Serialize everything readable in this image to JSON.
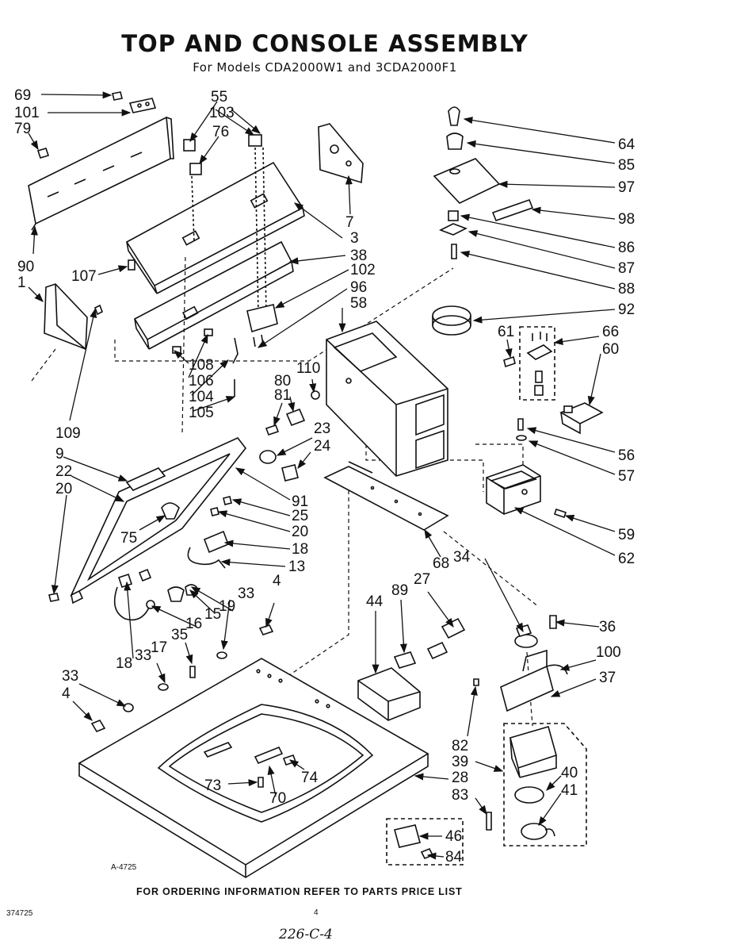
{
  "title": "TOP AND CONSOLE ASSEMBLY",
  "subtitle": "For Models CDA2000W1 and 3CDA2000F1",
  "figure_id": "A-4725",
  "footer": "FOR ORDERING INFORMATION REFER TO PARTS PRICE LIST",
  "doc_number": "374725",
  "page_number": "4",
  "handwritten_note": "226-C-4",
  "callouts": {
    "c69": "69",
    "c101": "101",
    "c79": "79",
    "c55": "55",
    "c103": "103",
    "c76": "76",
    "c7": "7",
    "c3": "3",
    "c38": "38",
    "c102": "102",
    "c96": "96",
    "c58": "58",
    "c90": "90",
    "c1": "1",
    "c107": "107",
    "c108": "108",
    "c106": "106",
    "c104": "104",
    "c105": "105",
    "c109": "109",
    "c81": "81",
    "c80": "80",
    "c110": "110",
    "c64": "64",
    "c85": "85",
    "c97": "97",
    "c98": "98",
    "c86": "86",
    "c87": "87",
    "c88": "88",
    "c92": "92",
    "c61": "61",
    "c66": "66",
    "c60": "60",
    "c56": "56",
    "c57": "57",
    "c59": "59",
    "c62": "62",
    "c9": "9",
    "c22": "22",
    "c20a": "20",
    "c23": "23",
    "c24": "24",
    "c91": "91",
    "c25": "25",
    "c20b": "20",
    "c75": "75",
    "c18a": "18",
    "c13": "13",
    "c68": "68",
    "c34": "34",
    "c89": "89",
    "c27": "27",
    "c44": "44",
    "c15": "15",
    "c19": "19",
    "c33a": "33",
    "c4a": "4",
    "c16": "16",
    "c17": "17",
    "c35": "35",
    "c18b": "18",
    "c33b": "33",
    "c33c": "33",
    "c4b": "4",
    "c36": "36",
    "c100": "100",
    "c37": "37",
    "c82": "82",
    "c39": "39",
    "c40": "40",
    "c41": "41",
    "c28": "28",
    "c83": "83",
    "c73": "73",
    "c70": "70",
    "c74": "74",
    "c46": "46",
    "c84": "84"
  }
}
